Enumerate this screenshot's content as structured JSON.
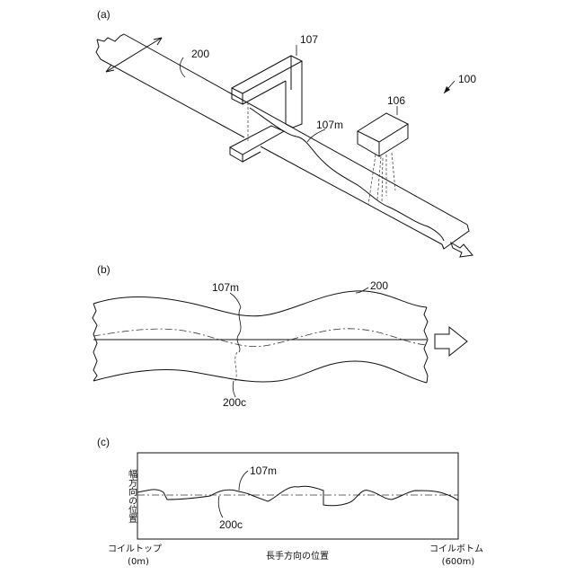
{
  "panel_a": {
    "tag": "(a)",
    "label_strip": "200",
    "label_sensor": "107",
    "label_edge": "107m",
    "label_camera": "106",
    "label_system": "100"
  },
  "panel_b": {
    "tag": "(b)",
    "label_edge": "107m",
    "label_strip": "200",
    "label_center": "200c"
  },
  "panel_c": {
    "tag": "(c)",
    "label_edge": "107m",
    "label_center": "200c",
    "y_axis_label": "幅方向の位置",
    "x_axis_label": "長手方向の位置",
    "x_left_label": "コイルトップ",
    "x_left_value": "(0m)",
    "x_right_label": "コイルボトム",
    "x_right_value": "(600m)"
  }
}
